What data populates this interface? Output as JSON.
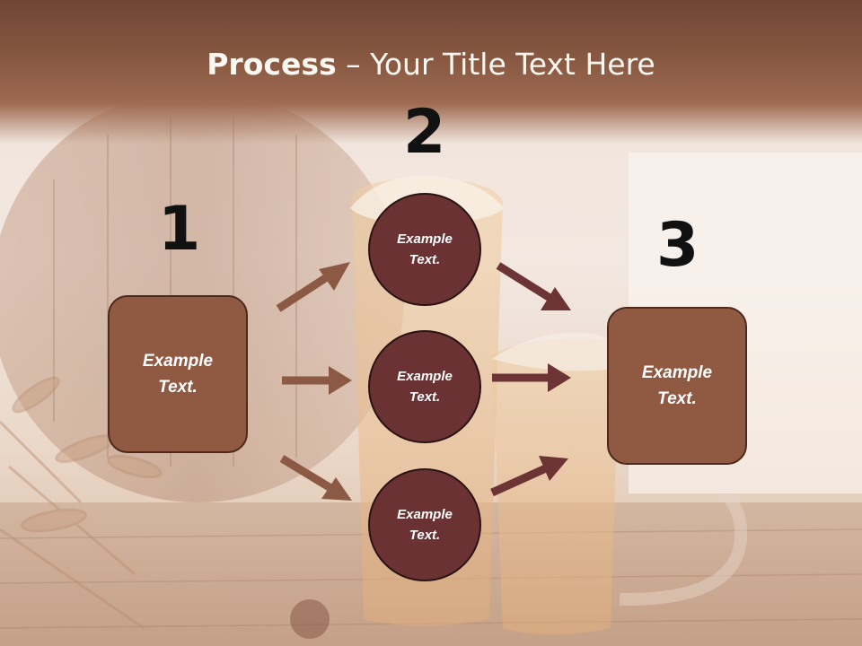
{
  "title": {
    "strong": "Process",
    "rest": " – Your Title Text Here"
  },
  "steps": [
    {
      "number": "1",
      "text": "Example\nText."
    },
    {
      "number": "2"
    },
    {
      "number": "3",
      "text": "Example\nText."
    }
  ],
  "middle": [
    {
      "text": "Example\nText."
    },
    {
      "text": "Example\nText."
    },
    {
      "text": "Example\nText."
    }
  ],
  "colors": {
    "title_band": "#8a5a43",
    "box_fill": "#8f5a41",
    "circle_fill": "#6a3233",
    "arrow_left": "#8c5a44",
    "arrow_right": "#6c3434"
  }
}
